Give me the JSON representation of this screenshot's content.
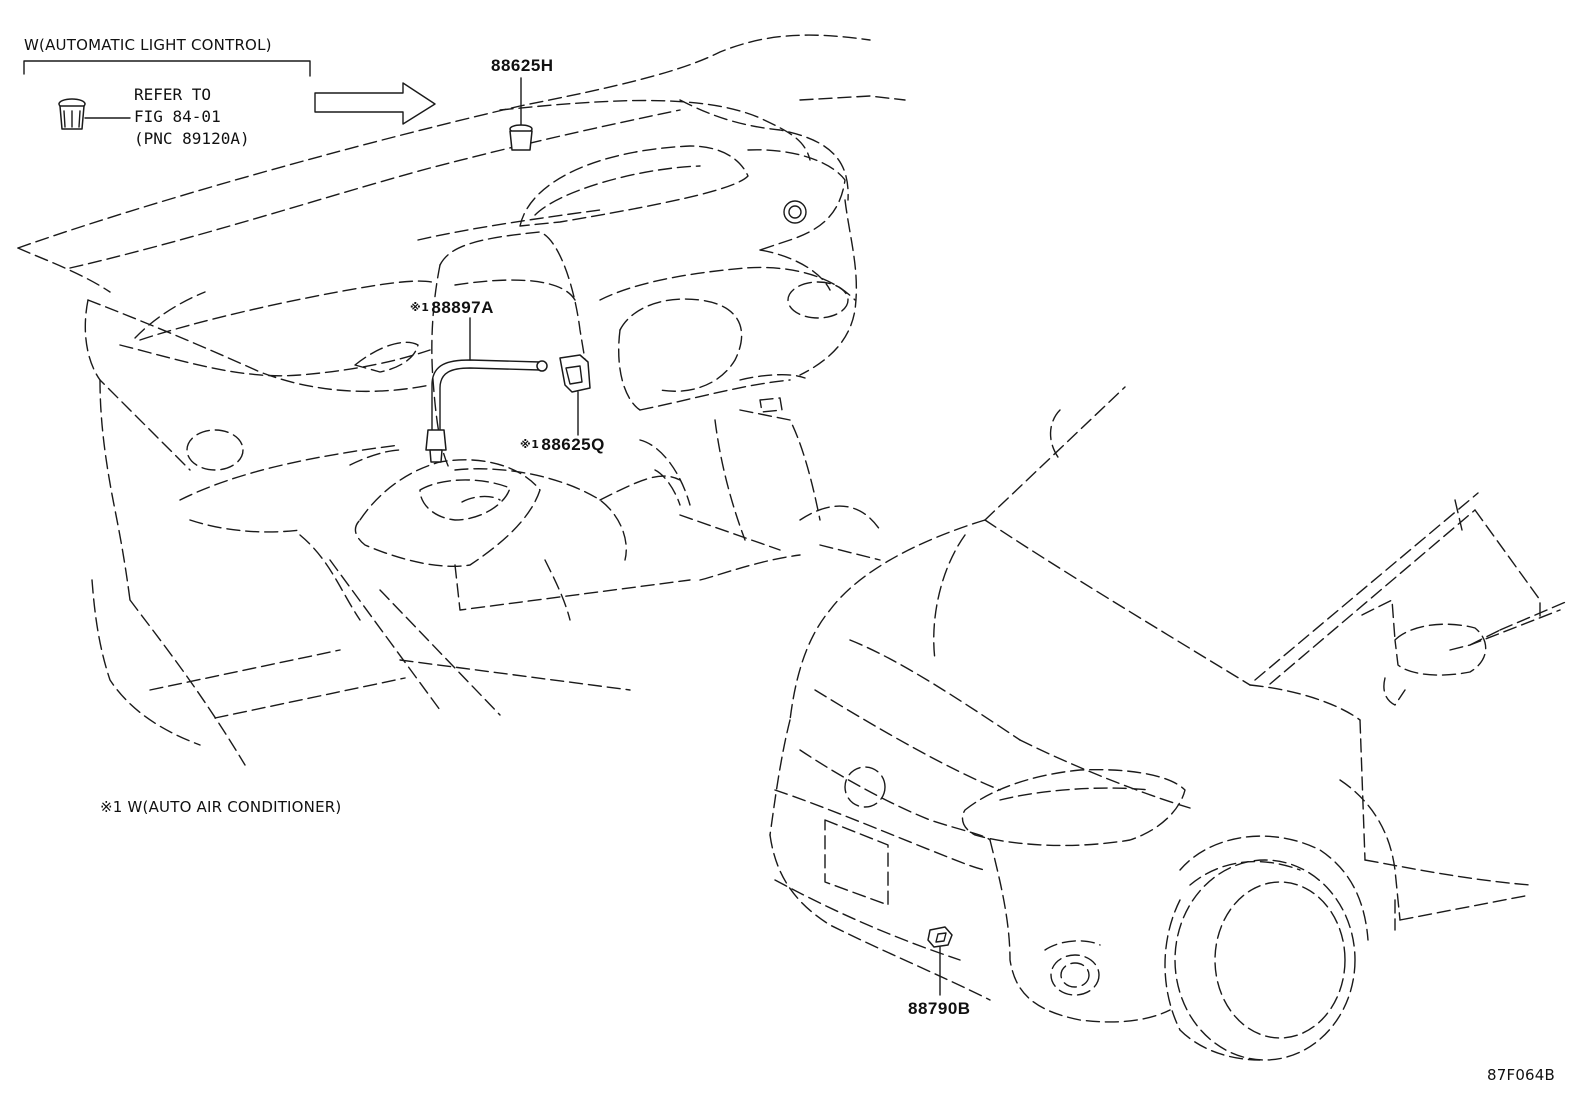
{
  "header": {
    "condition": "W(AUTOMATIC LIGHT CONTROL)",
    "refer_line1": "REFER TO",
    "refer_line2": "FIG 84-01",
    "refer_line3": "(PNC 89120A)"
  },
  "callouts": [
    {
      "id": "c1",
      "part_number": "88625H",
      "note_mark": ""
    },
    {
      "id": "c2",
      "part_number": "88897A",
      "note_mark": "※1"
    },
    {
      "id": "c3",
      "part_number": "88625Q",
      "note_mark": "※1"
    },
    {
      "id": "c4",
      "part_number": "88790B",
      "note_mark": ""
    }
  ],
  "footnote": "※1 W(AUTO AIR CONDITIONER)",
  "figure_code": "87F064B",
  "colors": {
    "line": "#1a1a1a",
    "background": "#ffffff"
  },
  "icons": [
    "sensor-clip-icon",
    "arrow-right-icon",
    "solar-sensor-part",
    "hose-part",
    "sensor-bracket-part",
    "ambient-temp-sensor-part"
  ]
}
